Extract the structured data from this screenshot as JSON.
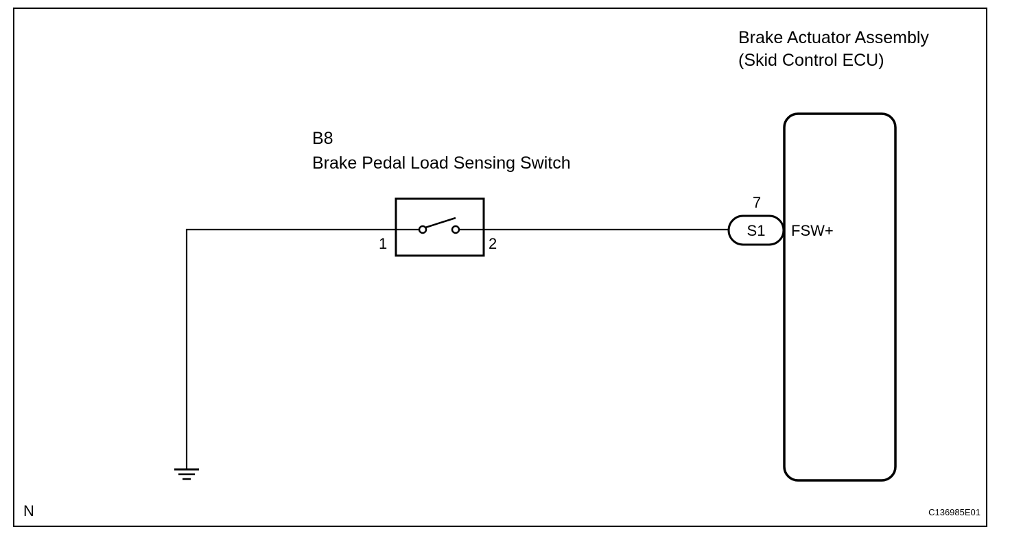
{
  "ecu": {
    "title_line1": "Brake Actuator Assembly",
    "title_line2": "(Skid Control ECU)",
    "connector": "S1",
    "pin": "7",
    "terminal": "FSW+"
  },
  "switch": {
    "code": "B8",
    "name": "Brake Pedal Load Sensing Switch",
    "pin_left": "1",
    "pin_right": "2"
  },
  "footer": {
    "corner_letter": "N",
    "figure_id": "C136985E01"
  }
}
